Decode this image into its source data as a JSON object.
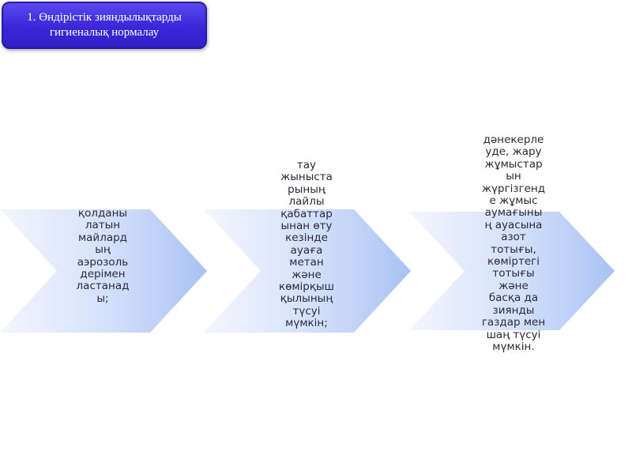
{
  "title": {
    "lines": [
      "1. Өндірістік зияндылықтарды",
      "гигиеналық нормалау"
    ]
  },
  "colors": {
    "title_bg": "#3b26d8",
    "chevron_light": "#eef2fd",
    "chevron_dark": "#a9c2f3"
  },
  "steps": [
    {
      "lines": [
        "қолданы",
        "латын",
        "майлард",
        "ың",
        "аэрозоль",
        "дерімен",
        "ластанад",
        "ы;"
      ]
    },
    {
      "lines": [
        "тау",
        "жыныста",
        "рының",
        "лайлы",
        "қабаттар",
        "ынан өту",
        "кезінде",
        "ауаға",
        "метан",
        "және",
        "көмірқыш",
        "қылының",
        "түсуі",
        "мүмкін;"
      ]
    },
    {
      "lines": [
        "дәнекерле",
        "уде, жару",
        "жұмыстар",
        "ын",
        "жүргізгенд",
        "е жұмыс",
        "аумағыны",
        "ң ауасына",
        "азот",
        "тотығы,",
        "көміртегі",
        "тотығы",
        "және",
        "басқа да",
        "зиянды",
        "газдар мен",
        "шаң түсуі",
        "мүмкін."
      ]
    }
  ]
}
